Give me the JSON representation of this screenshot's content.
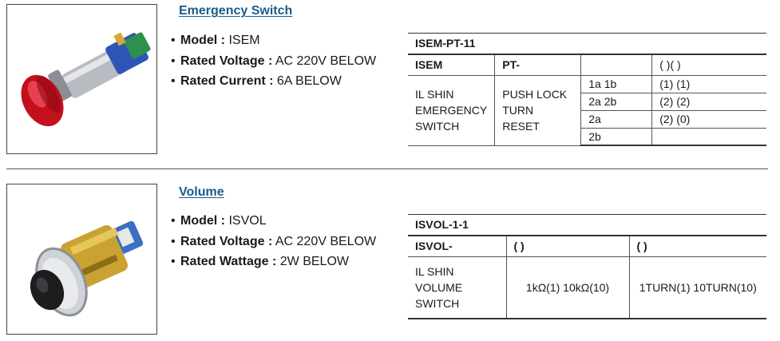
{
  "emergency": {
    "title": "Emergency Switch",
    "specs": [
      {
        "label": "Model :",
        "value": "ISEM"
      },
      {
        "label": "Rated Voltage :",
        "value": "AC 220V BELOW"
      },
      {
        "label": "Rated Current :",
        "value": "6A BELOW"
      }
    ],
    "code": "ISEM-PT-11",
    "table": {
      "header": [
        "ISEM",
        "PT-",
        "",
        "(    )(    )"
      ],
      "name_lines": [
        "IL SHIN",
        "EMERGENCY",
        "SWITCH"
      ],
      "type_lines": [
        "PUSH LOCK",
        "TURN RESET"
      ],
      "rows": [
        {
          "contact": "1a 1b",
          "code": "(1) (1)"
        },
        {
          "contact": "2a 2b",
          "code": "(2) (2)"
        },
        {
          "contact": "2a",
          "code": "(2) (0)"
        },
        {
          "contact": "2b",
          "code": ""
        }
      ]
    }
  },
  "volume": {
    "title": "Volume",
    "specs": [
      {
        "label": "Model :",
        "value": "ISVOL"
      },
      {
        "label": "Rated Voltage :",
        "value": "AC 220V BELOW"
      },
      {
        "label": "Rated Wattage :",
        "value": "2W BELOW"
      }
    ],
    "code": "ISVOL-1-1",
    "table": {
      "header": [
        "ISVOL-",
        "(              )",
        "(              )"
      ],
      "name_lines": [
        "IL SHIN",
        "VOLUME",
        "SWITCH"
      ],
      "resistance": "1kΩ(1) 10kΩ(10)",
      "turns": "1TURN(1) 10TURN(10)"
    }
  },
  "bullet": "•"
}
